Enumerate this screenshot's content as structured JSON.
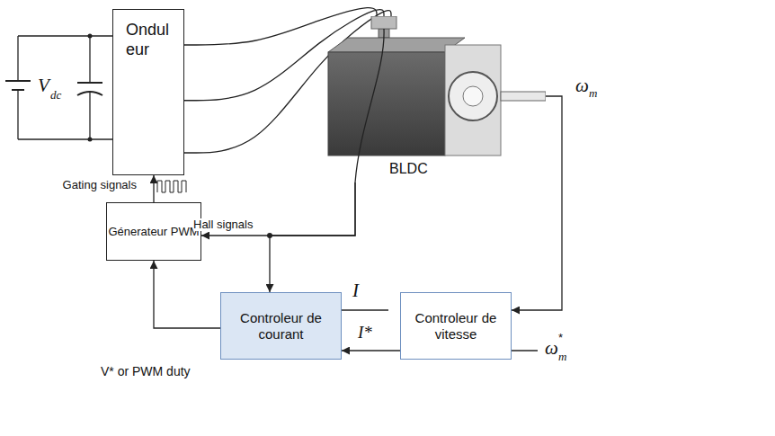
{
  "diagram": {
    "nodes": [
      {
        "text": [
          "Ondul eur"
        ]
      },
      {
        "text": [
          "BLDC"
        ]
      },
      {
        "text": [
          "Génerateur PWM"
        ]
      },
      {
        "text": [
          "Controleur de courant"
        ]
      },
      {
        "text": [
          "Controleur de vitesse"
        ]
      }
    ],
    "edges": [
      {
        "from": 0,
        "to": 1,
        "arrow": "none"
      },
      {
        "from": 2,
        "to": 0,
        "label": "Gating signals",
        "arrow": "to"
      },
      {
        "from": 1,
        "to": 2,
        "label": "Hall signals",
        "arrow": "to"
      },
      {
        "from": 1,
        "to": 3,
        "arrow": "to"
      },
      {
        "from": 3,
        "to": 2,
        "label": "V* or PWM duty",
        "arrow": "to"
      },
      {
        "from": 1,
        "to": 4,
        "arrow": "to"
      },
      {
        "from": 4,
        "to": 3,
        "label": "I*",
        "arrow": "to"
      }
    ],
    "labels": [
      "V",
      "dc",
      "I",
      "ω",
      "m",
      "ω",
      "*",
      "m"
    ]
  }
}
